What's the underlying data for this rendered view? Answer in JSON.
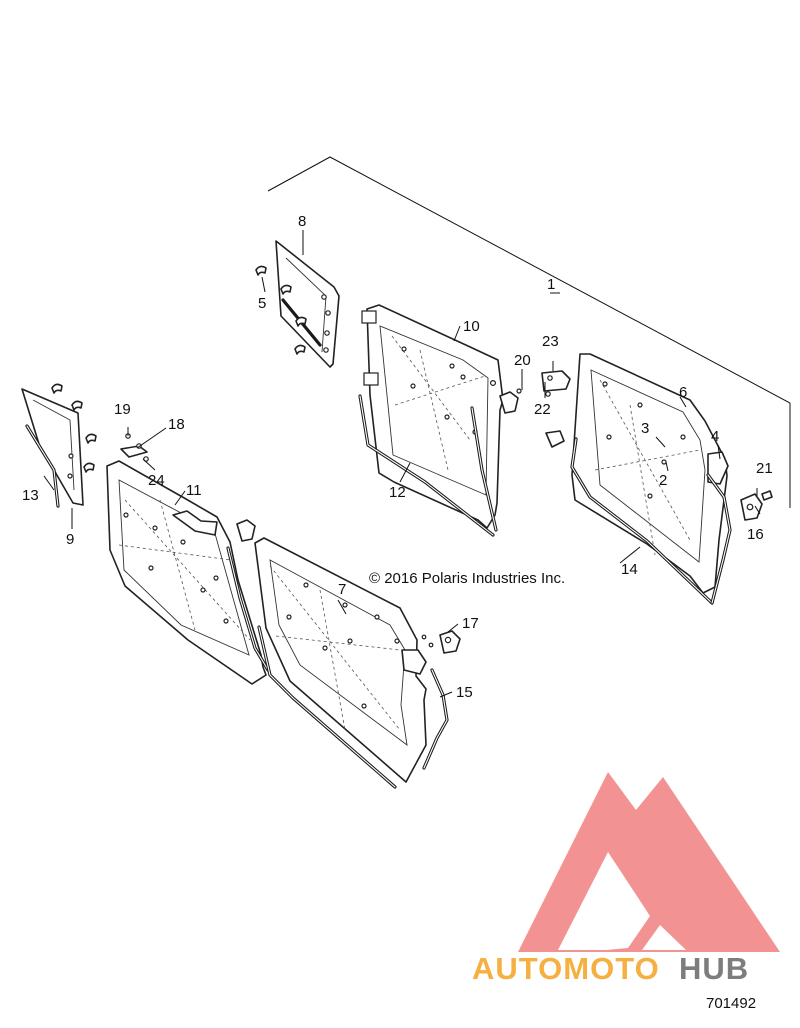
{
  "diagram": {
    "callouts": [
      "1",
      "2",
      "3",
      "4",
      "5",
      "6",
      "7",
      "8",
      "9",
      "10",
      "11",
      "12",
      "13",
      "14",
      "15",
      "16",
      "17",
      "18",
      "19",
      "20",
      "21",
      "22",
      "23",
      "24"
    ],
    "copyright": "© 2016 Polaris Industries Inc.",
    "reference_number": "701492"
  },
  "watermark": {
    "brand_part1": "AUTOMOTO",
    "brand_part2": "HUB",
    "colors": {
      "triangle": "#f28c8c",
      "part1": "#f5b041",
      "part2": "#7d7d7d"
    }
  }
}
